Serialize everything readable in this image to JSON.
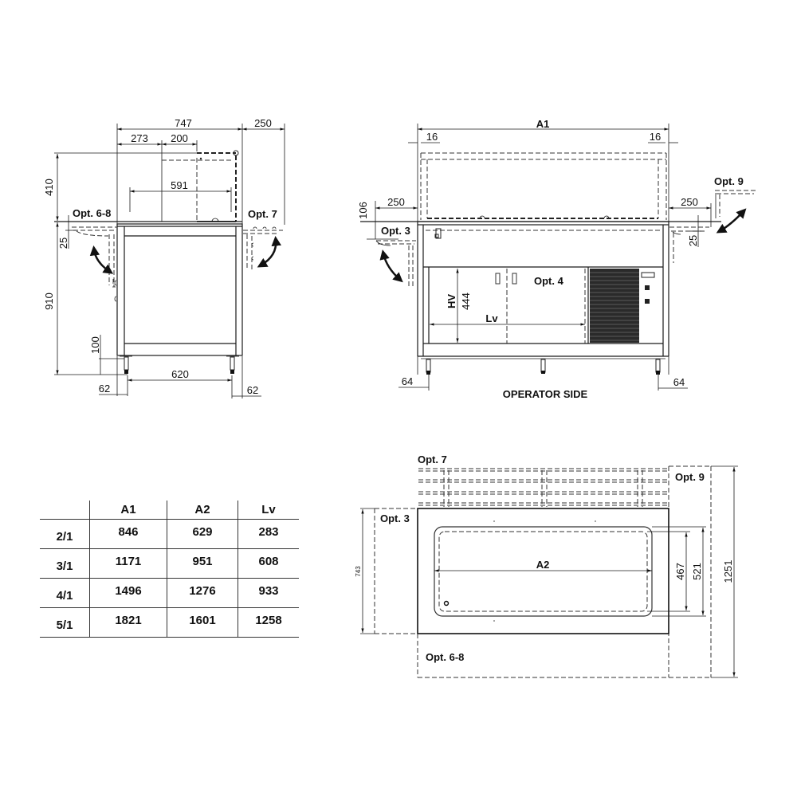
{
  "side_view": {
    "dims": {
      "overall_depth": "747",
      "shelf_ext": "250",
      "d273": "273",
      "d200": "200",
      "d591": "591",
      "h410": "410",
      "h25": "25",
      "h910": "910",
      "h100": "100",
      "leg_span": "620",
      "leg_off_left": "62",
      "leg_off_right": "62"
    },
    "labels": {
      "opt_left": "Opt. 6-8",
      "opt_right": "Opt. 7"
    }
  },
  "front_view": {
    "dims": {
      "width": "A1",
      "inset_left": "16",
      "inset_right": "16",
      "shelf_left": "250",
      "shelf_right": "250",
      "h106": "106",
      "h25": "25",
      "door_height_label": "HV",
      "door_height": "444",
      "door_width_label": "Lv",
      "leg_off_left": "64",
      "leg_off_right": "64"
    },
    "labels": {
      "opt3": "Opt. 3",
      "opt4": "Opt. 4",
      "opt9": "Opt. 9",
      "caption": "OPERATOR SIDE"
    }
  },
  "table": {
    "headers": [
      "",
      "A1",
      "A2",
      "Lv"
    ],
    "rows": [
      {
        "model": "2/1",
        "A1": "846",
        "A2": "629",
        "Lv": "283"
      },
      {
        "model": "3/1",
        "A1": "1171",
        "A2": "951",
        "Lv": "608"
      },
      {
        "model": "4/1",
        "A1": "1496",
        "A2": "1276",
        "Lv": "933"
      },
      {
        "model": "5/1",
        "A1": "1821",
        "A2": "1601",
        "Lv": "1258"
      }
    ]
  },
  "plan_view": {
    "dims": {
      "well_width": "A2",
      "depth_743": "743",
      "well_inner": "467",
      "well_outer": "521",
      "overall": "1251"
    },
    "labels": {
      "opt7": "Opt. 7",
      "opt9": "Opt. 9",
      "opt3": "Opt. 3",
      "opt68": "Opt. 6-8"
    }
  }
}
